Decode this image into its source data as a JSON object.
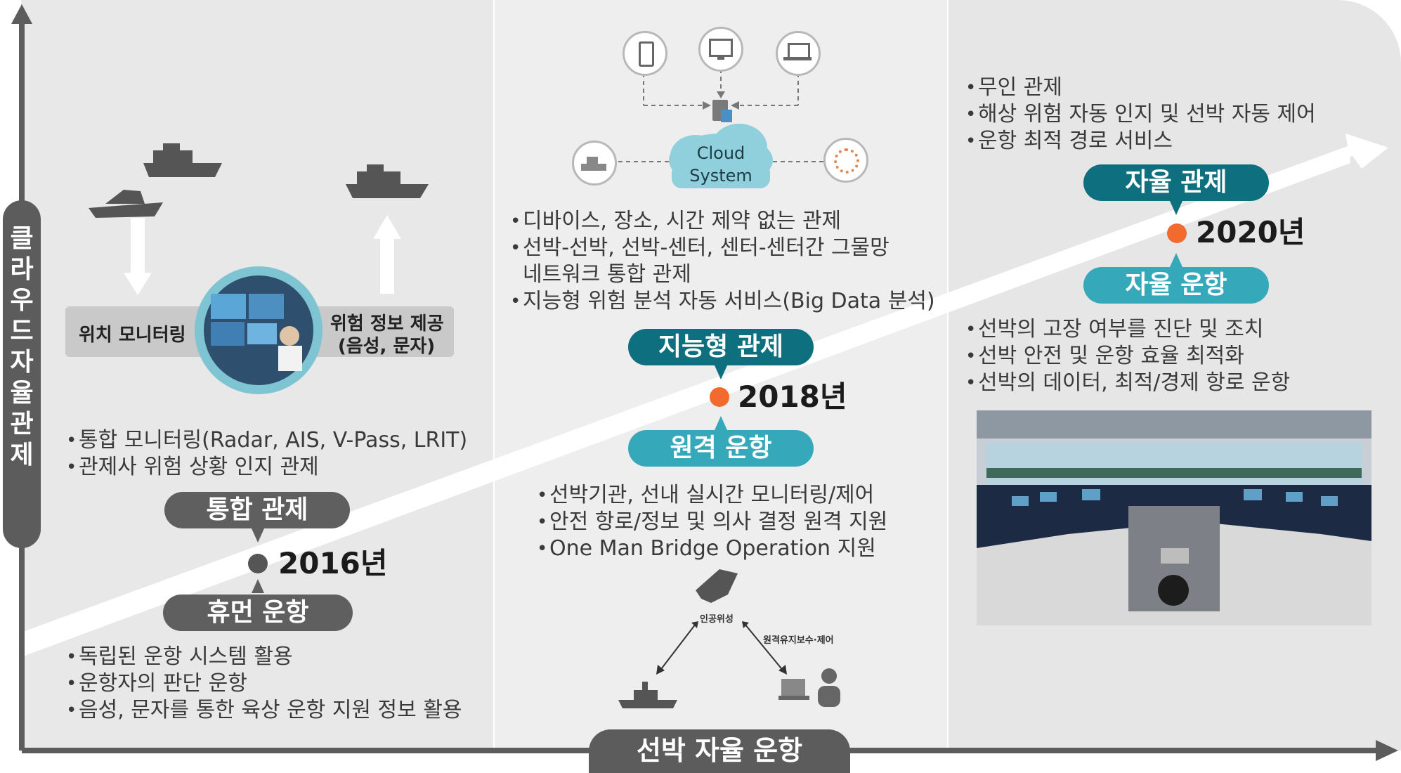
{
  "colors": {
    "panel_left": "#e8e8e8",
    "panel_mid": "#eeeeee",
    "panel_right": "#e6e6e6",
    "axis": "#5c5c5c",
    "dark_pill": "#5f5f5f",
    "teal_pill": "#0e6f7e",
    "light_pill": "#35a9ba",
    "orange_dot": "#f26a2e",
    "gray_dot": "#555555"
  },
  "axes": {
    "y_label": "클라우드 자율관제",
    "x_label": "선박 자율 운항"
  },
  "stage_2016": {
    "year": "2016년",
    "top_pill": "통합 관제",
    "bottom_pill": "휴먼 운항",
    "left_box": "위치 모니터링",
    "right_box_line1": "위험 정보 제공",
    "right_box_line2": "(음성, 문자)",
    "top_bullets": [
      "통합 모니터링(Radar, AIS, V-Pass, LRIT)",
      "관제사 위험 상황 인지 관제"
    ],
    "bottom_bullets": [
      "독립된 운항 시스템 활용",
      "운항자의 판단 운항",
      "음성, 문자를 통한 육상 운항 지원 정보 활용"
    ]
  },
  "stage_2018": {
    "year": "2018년",
    "top_pill": "지능형 관제",
    "bottom_pill": "원격 운항",
    "cloud_line1": "Cloud",
    "cloud_line2": "System",
    "top_bullets": [
      "디바이스, 장소, 시간 제약 없는 관제",
      "선박-선박, 선박-센터, 센터-센터간 그물망",
      "네트워크 통합 관제",
      "지능형 위험 분석 자동 서비스(Big Data 분석)"
    ],
    "bottom_bullets": [
      "선박기관, 선내 실시간 모니터링/제어",
      "안전 항로/정보 및 의사 결정 원격 지원",
      "One Man Bridge Operation 지원"
    ],
    "satellite_label": "인공위성",
    "remote_label": "원격유지보수·제어"
  },
  "stage_2020": {
    "year": "2020년",
    "top_pill": "자율 관제",
    "bottom_pill": "자율 운항",
    "top_bullets": [
      "무인 관제",
      "해상 위험 자동 인지 및 선박 자동 제어",
      "운항 최적 경로 서비스"
    ],
    "bottom_bullets": [
      "선박의 고장 여부를 진단 및 조치",
      "선박 안전 및 운항 효율 최적화",
      "선박의 데이터, 최적/경제 항로 운항"
    ]
  },
  "icons": {
    "phone": "smartphone-icon",
    "desktop": "desktop-icon",
    "laptop": "laptop-icon",
    "server": "server-icon",
    "ship": "ship-icon",
    "network": "network-icon",
    "satellite": "satellite-icon",
    "warship": "warship-icon",
    "operator": "operator-laptop-icon"
  }
}
